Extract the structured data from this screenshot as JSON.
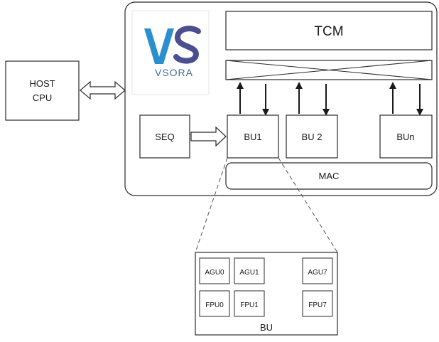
{
  "host": {
    "line1": "HOST",
    "line2": "CPU"
  },
  "logo": {
    "mark": "VS",
    "wordmark": "VSORA",
    "colors": {
      "v": "#2b8fcf",
      "s": "#4a4f8f",
      "text": "#3b6d9a"
    }
  },
  "tcm": {
    "label": "TCM"
  },
  "seq": {
    "label": "SEQ"
  },
  "units": [
    {
      "label": "BU1"
    },
    {
      "label": "BU 2"
    },
    {
      "label": "BUn"
    }
  ],
  "mac": {
    "label": "MAC"
  },
  "bu_detail": {
    "title": "BU",
    "agu": [
      "AGU0",
      "AGU1",
      "AGU7"
    ],
    "fpu": [
      "FPU0",
      "FPU1",
      "FPU7"
    ]
  },
  "colors": {
    "stroke": "#2a2a2a",
    "dash": "#555555",
    "logo_bg": "#ffffff"
  }
}
